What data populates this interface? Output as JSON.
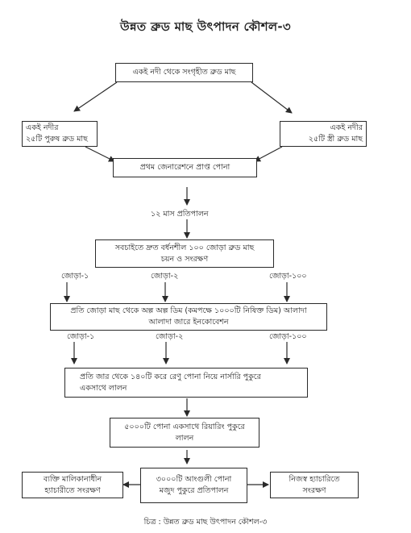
{
  "title": "উন্নত ব্রুড মাছ উৎপাদন কৌশল-৩",
  "nodes": {
    "source": "একই নদী থেকে সংগৃহীত ব্রুড মাছ",
    "male": [
      "একই নদীর",
      "২৫টি পুরুষ ব্রুড মাছ"
    ],
    "female": [
      "একই নদীর",
      "২৫টি স্ত্রী ব্রুড মাছ"
    ],
    "first_generation": "প্রথম জেনারেশনে প্রাপ্ত পোনা",
    "rearing": "১২ মাস প্রতিপালন",
    "selection": [
      "সবচাইতে দ্রুত বর্ধনশীল ১০০ জোড়া ব্রুড মাছ",
      "চয়ন ও সংরক্ষণ"
    ],
    "incubation": [
      "প্রতি জোড়া মাছ থেকে অল্প অল্প ডিম (কমপক্ষে ১০০০টি নিষিক্ত ডিম) আলাদা",
      "আলাদা জারে ইনকোবেশন"
    ],
    "nursery": [
      "প্রতি জার থেকে ১৪০টি করে রেণু পোনা নিয়ে নার্সারি পুকুরে",
      "একসাথে লালন"
    ],
    "rearing_pond": [
      "৫০০০টি পোনা একসাথে রিয়ারিং পুকুরে",
      "লালন"
    ],
    "private_hatchery": [
      "ব্যক্তি মালিকানাধীন",
      "হ্যাচারীতে সংরক্ষণ"
    ],
    "stock_pond": [
      "৩০০০টি আংগুলী পোনা",
      "মজুদ পুকুরে প্রতিপালন"
    ],
    "own_hatchery": [
      "নিজস্ব হ্যাচারিতে",
      "সংরক্ষণ"
    ]
  },
  "pairs_row1": [
    "জোড়া-১",
    "জোড়া-২",
    "জোড়া-১০০"
  ],
  "pairs_row2": [
    "জোড়া-১",
    "জোড়া-২",
    "জোড়া-১০০"
  ],
  "caption": "চিত্র : উন্নত ব্রুড মাছ উৎপাদন কৌশল-৩"
}
